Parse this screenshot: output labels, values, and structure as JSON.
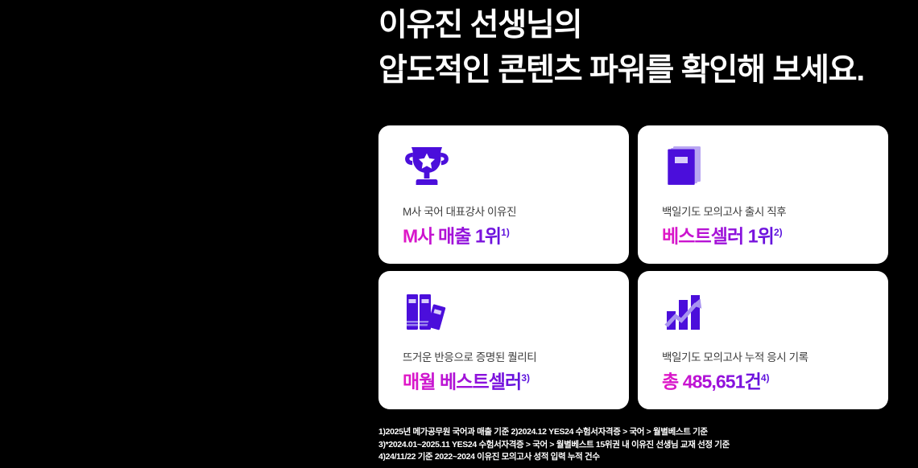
{
  "theme": {
    "background": "#000000",
    "card_background": "#ffffff",
    "icon_primary": "#4b0edb",
    "icon_accent": "#b9a6f2",
    "gradient_start": "#e418c4",
    "gradient_end": "#5713dd",
    "subtext_color": "#3b3b3b",
    "footnote_color": "#ffffff"
  },
  "headline": {
    "line1": "이유진 선생님의",
    "line2": "압도적인 콘텐츠 파워를 확인해 보세요."
  },
  "cards": [
    {
      "icon": "trophy-icon",
      "subtitle": "M사 국어 대표강사 이유진",
      "highlight": "M사 매출 1위",
      "footnote_marker": "1)"
    },
    {
      "icon": "book-icon",
      "subtitle": "백일기도 모의고사 출시 직후",
      "highlight": "베스트셀러 1위",
      "footnote_marker": "2)"
    },
    {
      "icon": "books-shelf-icon",
      "subtitle": "뜨거운 반응으로 증명된 퀄리티",
      "highlight": "매월 베스트셀러",
      "footnote_marker": "3)"
    },
    {
      "icon": "bar-chart-growth-icon",
      "subtitle": "백일기도 모의고사 누적 응시 기록",
      "highlight": "총 485,651건",
      "footnote_marker": "4)"
    }
  ],
  "footnotes": {
    "line1": "1)2025년 메가공무원 국어과 매출 기준 2)2024.12 YES24 수험서자격증 > 국어 > 월별베스트 기준",
    "line2": "3)*2024.01~2025.11 YES24 수험서자격증 > 국어 > 월별베스트 15위권 내 이유진 선생님 교재 선정 기준",
    "line3": "4)24/11/22 기준 2022~2024 이유진 모의고사 성적 입력 누적 건수"
  }
}
